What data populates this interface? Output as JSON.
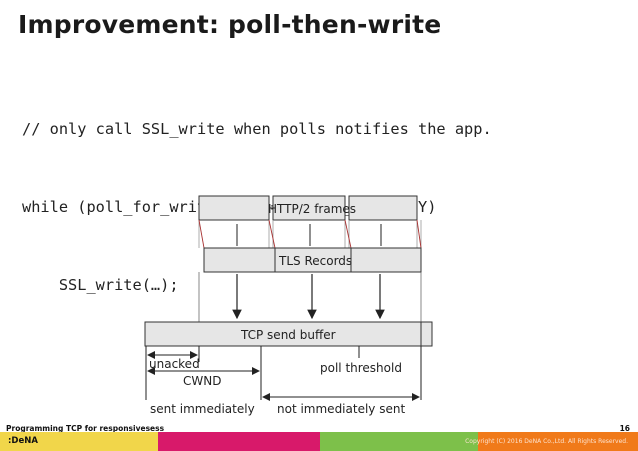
{
  "slide": {
    "title": "Improvement: poll-then-write",
    "code_lines": [
      "// only call SSL_write when polls notifies the app.",
      "while (poll_for_write(fd) == SOCKET_IS_READY)",
      "    SSL_write(…);"
    ]
  },
  "diagram": {
    "http2_frames_label": "HTTP/2 frames",
    "tls_records_label": "TLS Records",
    "tcp_send_buffer_label": "TCP send buffer",
    "unacked_label": "unacked",
    "cwnd_label": "CWND",
    "poll_threshold_label": "poll threshold",
    "sent_immediately_label": "sent immediately",
    "not_immediately_sent_label": "not immediately sent",
    "box_fill": "#e6e6e6",
    "stroke": "#333333"
  },
  "footer": {
    "title": "Programming TCP for responsivesess",
    "page_number": "16",
    "logo_text": ":DeNA",
    "copyright": "Copyright (C) 2016 DeNA Co.,Ltd. All Rights Reserved.",
    "bar_colors": [
      "#f1d64a",
      "#d8196a",
      "#7dc04a",
      "#f07a1a"
    ]
  }
}
